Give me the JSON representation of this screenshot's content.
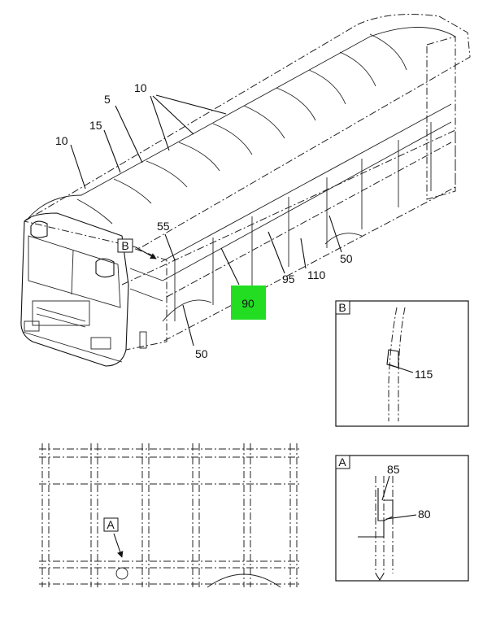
{
  "main_view": {
    "callouts": {
      "c10a": "10",
      "c10b": "10",
      "c5": "5",
      "c15": "15",
      "c55": "55",
      "c50a": "50",
      "c50b": "50",
      "c95": "95",
      "c110": "110",
      "c90": "90"
    },
    "view_b_marker": "B",
    "highlight_color": "#22dd22"
  },
  "detail_b": {
    "tag": "B",
    "callout": "115"
  },
  "detail_a": {
    "tag": "A",
    "callouts": {
      "c85": "85",
      "c80": "80"
    }
  },
  "floor_plan": {
    "view_a_marker": "A"
  }
}
